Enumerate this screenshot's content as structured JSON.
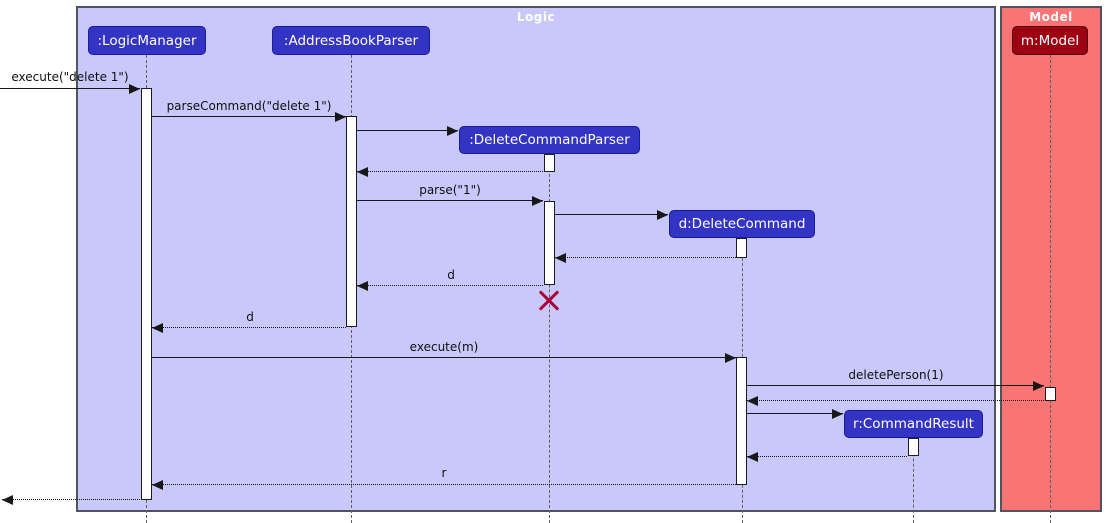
{
  "diagram_type": "uml-sequence-diagram",
  "canvas_bg": "#FFFFFF",
  "frames": {
    "logic": {
      "title": "Logic",
      "bg": "#C8C8FA",
      "border": "#53535F",
      "title_color": "#FFFFFF"
    },
    "model": {
      "title": "Model",
      "bg": "#F97575",
      "border": "#53535F",
      "title_color": "#FFFFFF"
    }
  },
  "participants": {
    "logic_manager": {
      "label": ":LogicManager",
      "fill": "#3333C4",
      "text_color": "#FFFFFF"
    },
    "address_book_parser": {
      "label": ":AddressBookParser",
      "fill": "#3333C4",
      "text_color": "#FFFFFF"
    },
    "delete_command_parser": {
      "label": ":DeleteCommandParser",
      "fill": "#3333C4",
      "text_color": "#FFFFFF"
    },
    "delete_command": {
      "label": "d:DeleteCommand",
      "fill": "#3333C4",
      "text_color": "#FFFFFF"
    },
    "command_result": {
      "label": "r:CommandResult",
      "fill": "#3333C4",
      "text_color": "#FFFFFF"
    },
    "model": {
      "label": "m:Model",
      "fill": "#9D0012",
      "text_color": "#FFFFFF"
    }
  },
  "messages": {
    "execute_delete": {
      "label": "execute(\"delete 1\")",
      "kind": "sync",
      "from": "external",
      "to": "logic_manager"
    },
    "parse_command": {
      "label": "parseCommand(\"delete 1\")",
      "kind": "sync",
      "from": "logic_manager",
      "to": "address_book_parser"
    },
    "create_parser": {
      "label": "",
      "kind": "create",
      "from": "address_book_parser",
      "to": "delete_command_parser"
    },
    "return_parser": {
      "label": "",
      "kind": "return",
      "from": "delete_command_parser",
      "to": "address_book_parser"
    },
    "parse": {
      "label": "parse(\"1\")",
      "kind": "sync",
      "from": "address_book_parser",
      "to": "delete_command_parser"
    },
    "create_command": {
      "label": "",
      "kind": "create",
      "from": "delete_command_parser",
      "to": "delete_command"
    },
    "return_command": {
      "label": "",
      "kind": "return",
      "from": "delete_command",
      "to": "delete_command_parser"
    },
    "return_d1": {
      "label": "d",
      "kind": "return",
      "from": "delete_command_parser",
      "to": "address_book_parser"
    },
    "return_d2": {
      "label": "d",
      "kind": "return",
      "from": "address_book_parser",
      "to": "logic_manager"
    },
    "execute_m": {
      "label": "execute(m)",
      "kind": "sync",
      "from": "logic_manager",
      "to": "delete_command"
    },
    "delete_person": {
      "label": "deletePerson(1)",
      "kind": "sync",
      "from": "delete_command",
      "to": "model"
    },
    "return_model": {
      "label": "",
      "kind": "return",
      "from": "model",
      "to": "delete_command"
    },
    "create_result": {
      "label": "",
      "kind": "create",
      "from": "delete_command",
      "to": "command_result"
    },
    "return_result": {
      "label": "",
      "kind": "return",
      "from": "command_result",
      "to": "delete_command"
    },
    "return_r": {
      "label": "r",
      "kind": "return",
      "from": "delete_command",
      "to": "logic_manager"
    },
    "return_final": {
      "label": "",
      "kind": "return",
      "from": "logic_manager",
      "to": "external"
    }
  },
  "marks": {
    "destroy_x": {
      "color": "#A80036",
      "on_lifeline": "delete_command_parser"
    }
  }
}
